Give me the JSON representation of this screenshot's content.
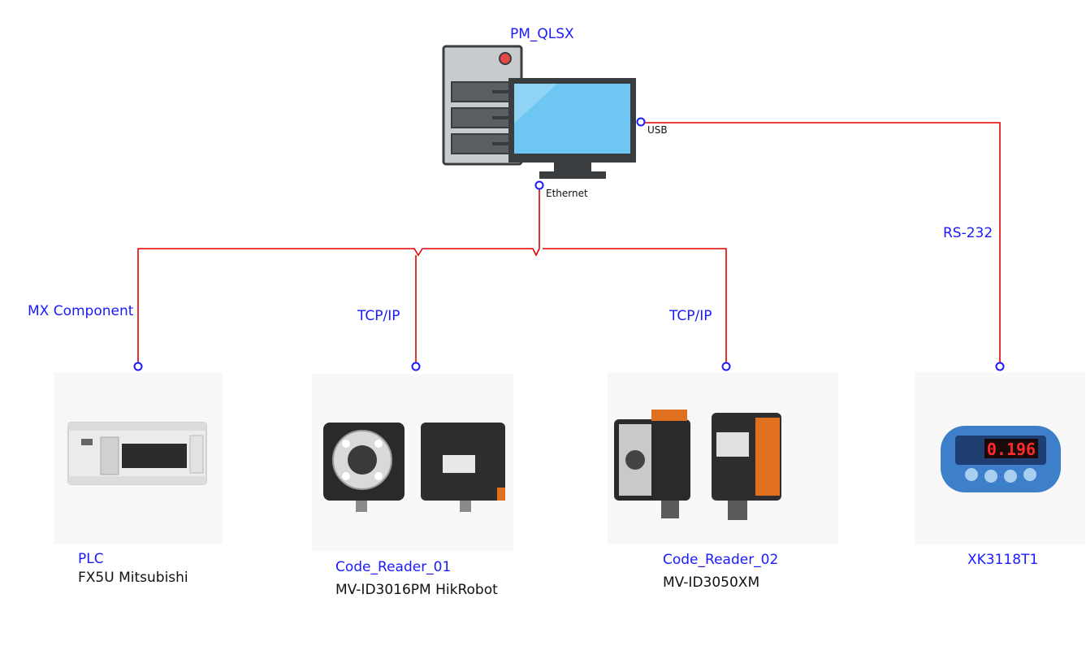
{
  "server": {
    "name": "PM_QLSX"
  },
  "ports": {
    "usb": "USB",
    "ethernet": "Ethernet"
  },
  "links": {
    "mx_component": "MX Component",
    "tcp_ip_1": "TCP/IP",
    "tcp_ip_2": "TCP/IP",
    "rs232": "RS-232"
  },
  "devices": [
    {
      "name": "PLC",
      "model": "FX5U Mitsubishi"
    },
    {
      "name": "Code_Reader_01",
      "model": "MV-ID3016PM HikRobot"
    },
    {
      "name": "Code_Reader_02",
      "model": "MV-ID3050XM"
    },
    {
      "name": "XK3118T1",
      "model": ""
    }
  ],
  "indicator_display": "0.196",
  "colors": {
    "wire": "#e00000",
    "port": "#1a1aff",
    "label": "#1a1aff",
    "screen": "#6ec6f2"
  }
}
